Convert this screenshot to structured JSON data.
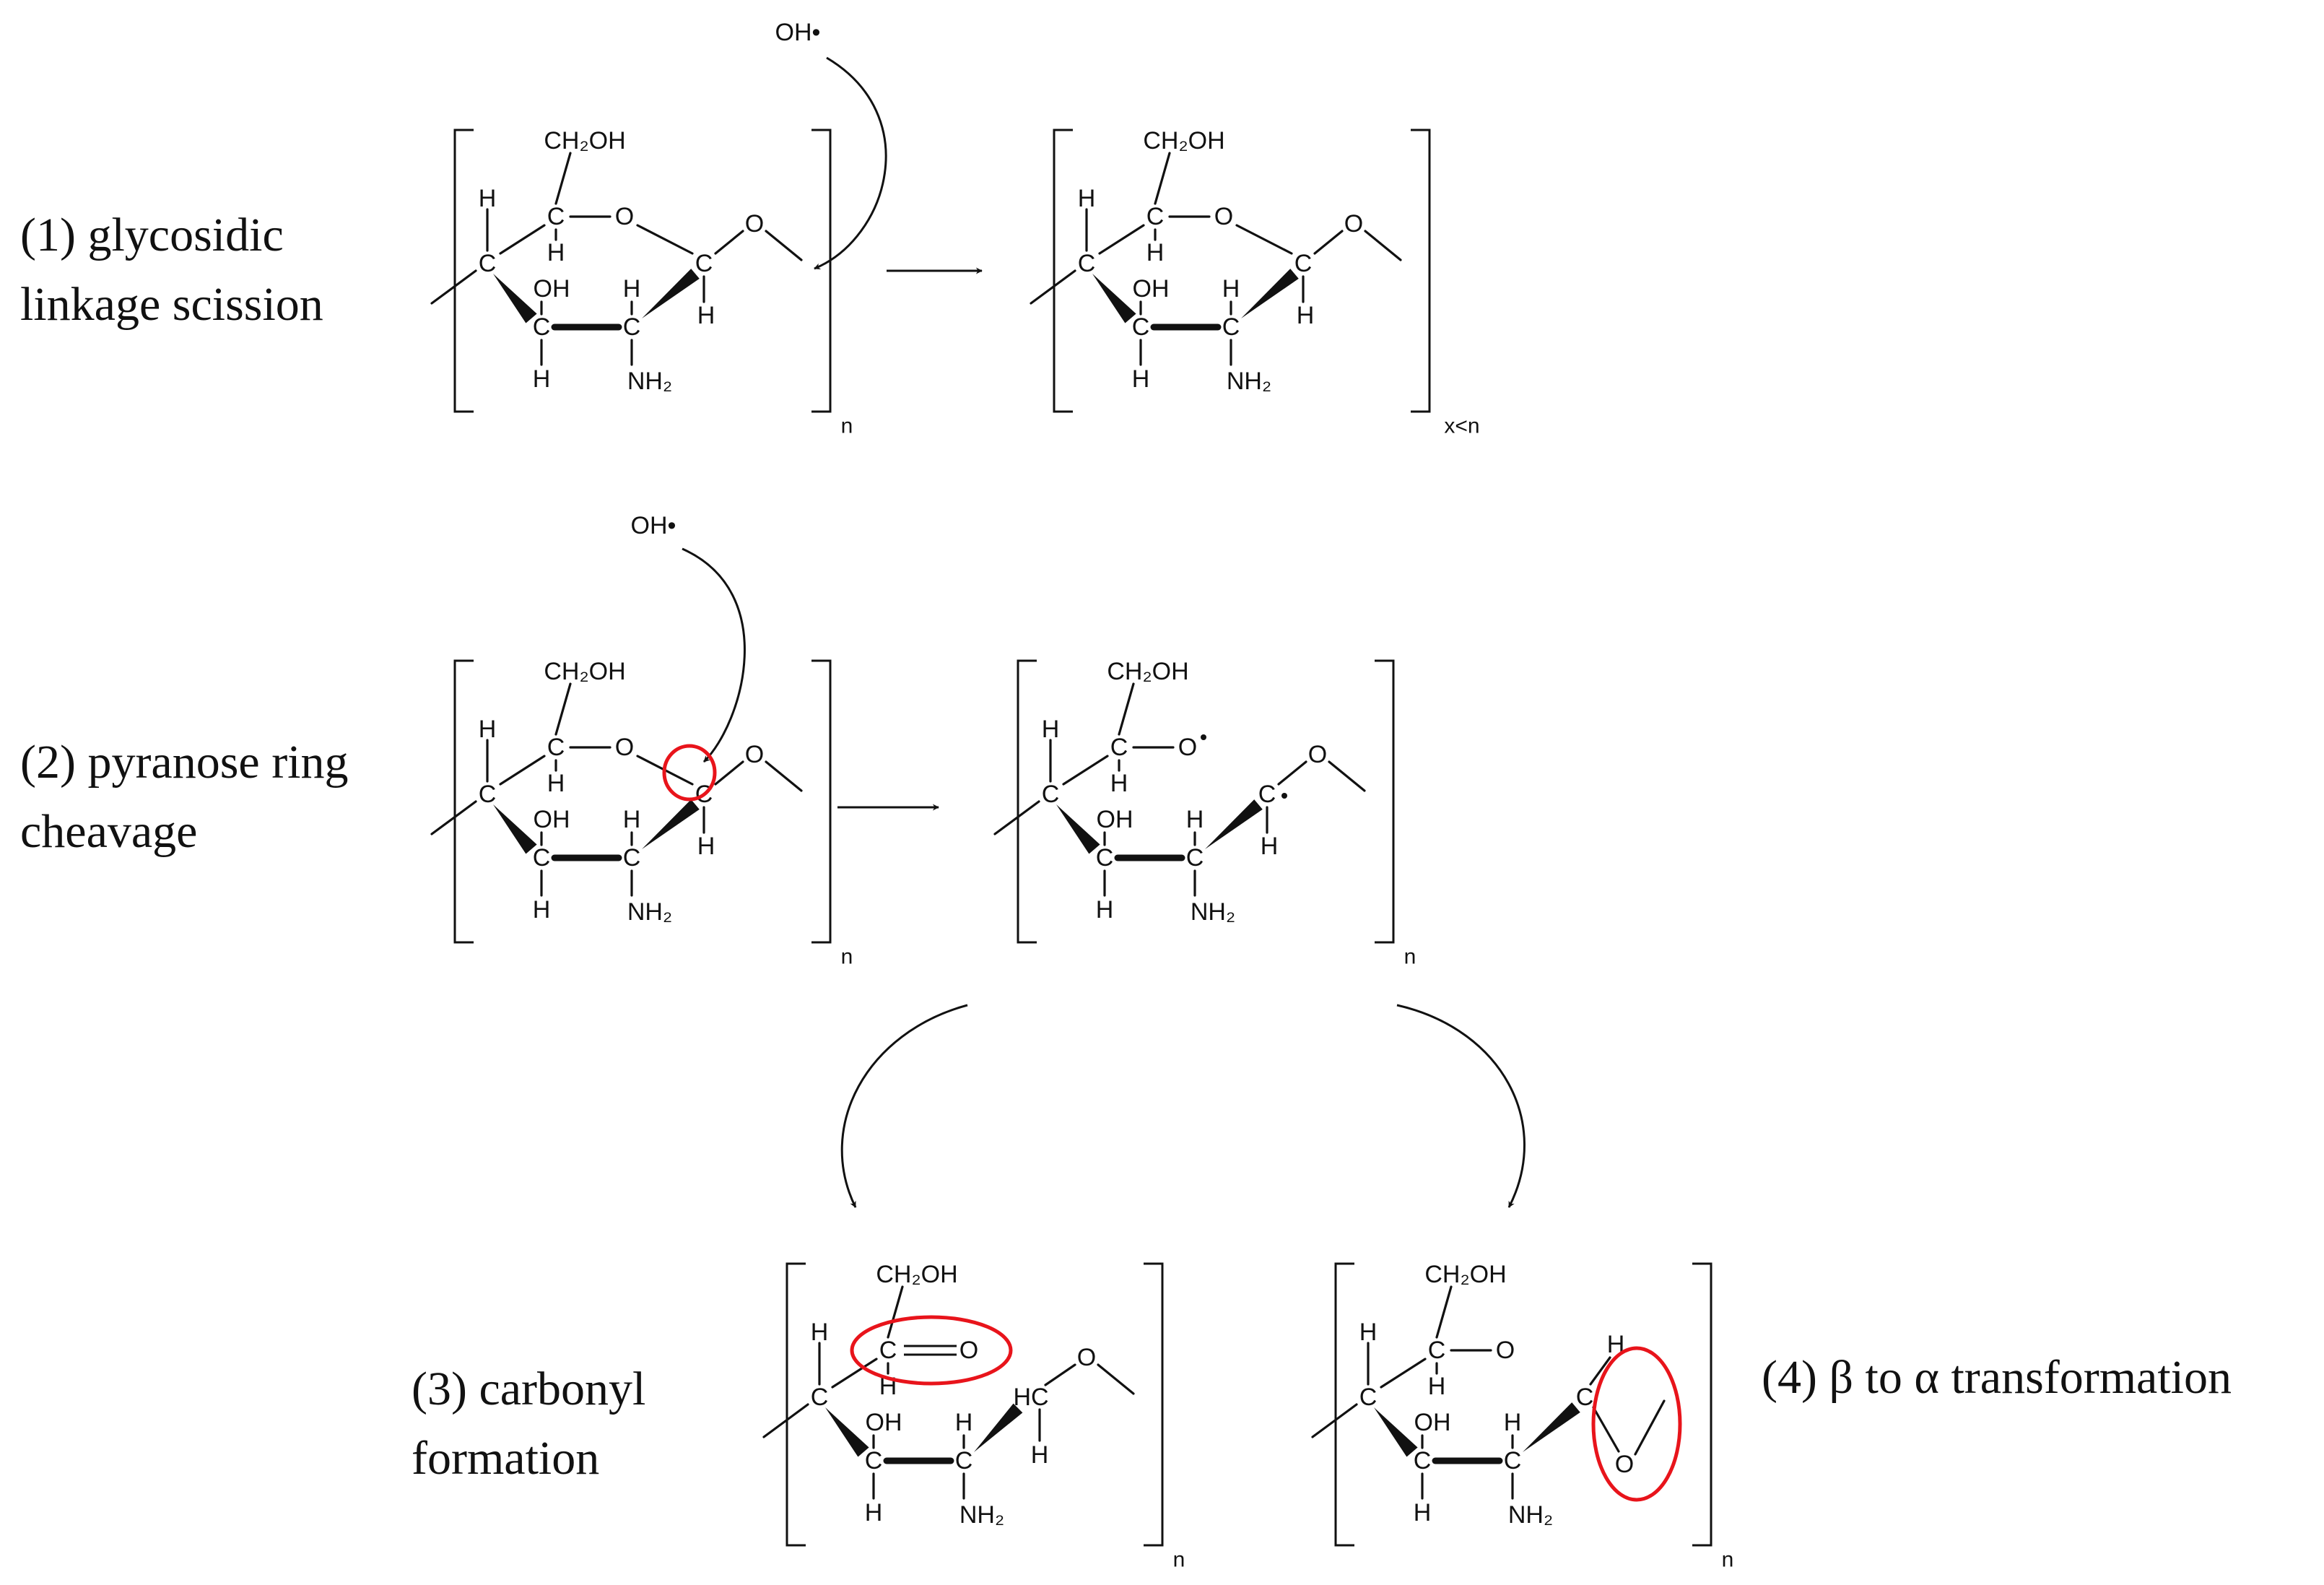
{
  "captions": {
    "step1": [
      "(1) glycosidic",
      "linkage scission"
    ],
    "step2": [
      "(2) pyranose ring",
      "cheavage"
    ],
    "step3": [
      "(3) carbonyl",
      "formation"
    ],
    "step4": [
      "(4) β to α transformation"
    ]
  },
  "reagent": "OH•",
  "subscripts": {
    "n": "n",
    "x_lt_n": "x<n"
  },
  "atoms": {
    "C": "C",
    "O": "O",
    "H": "H",
    "HC": "HC",
    "CH2OH": "CH₂OH",
    "NH2": "NH₂",
    "OH": "OH"
  },
  "colors": {
    "ink": "#111111",
    "highlight": "#e8141b",
    "background": "#ffffff"
  }
}
